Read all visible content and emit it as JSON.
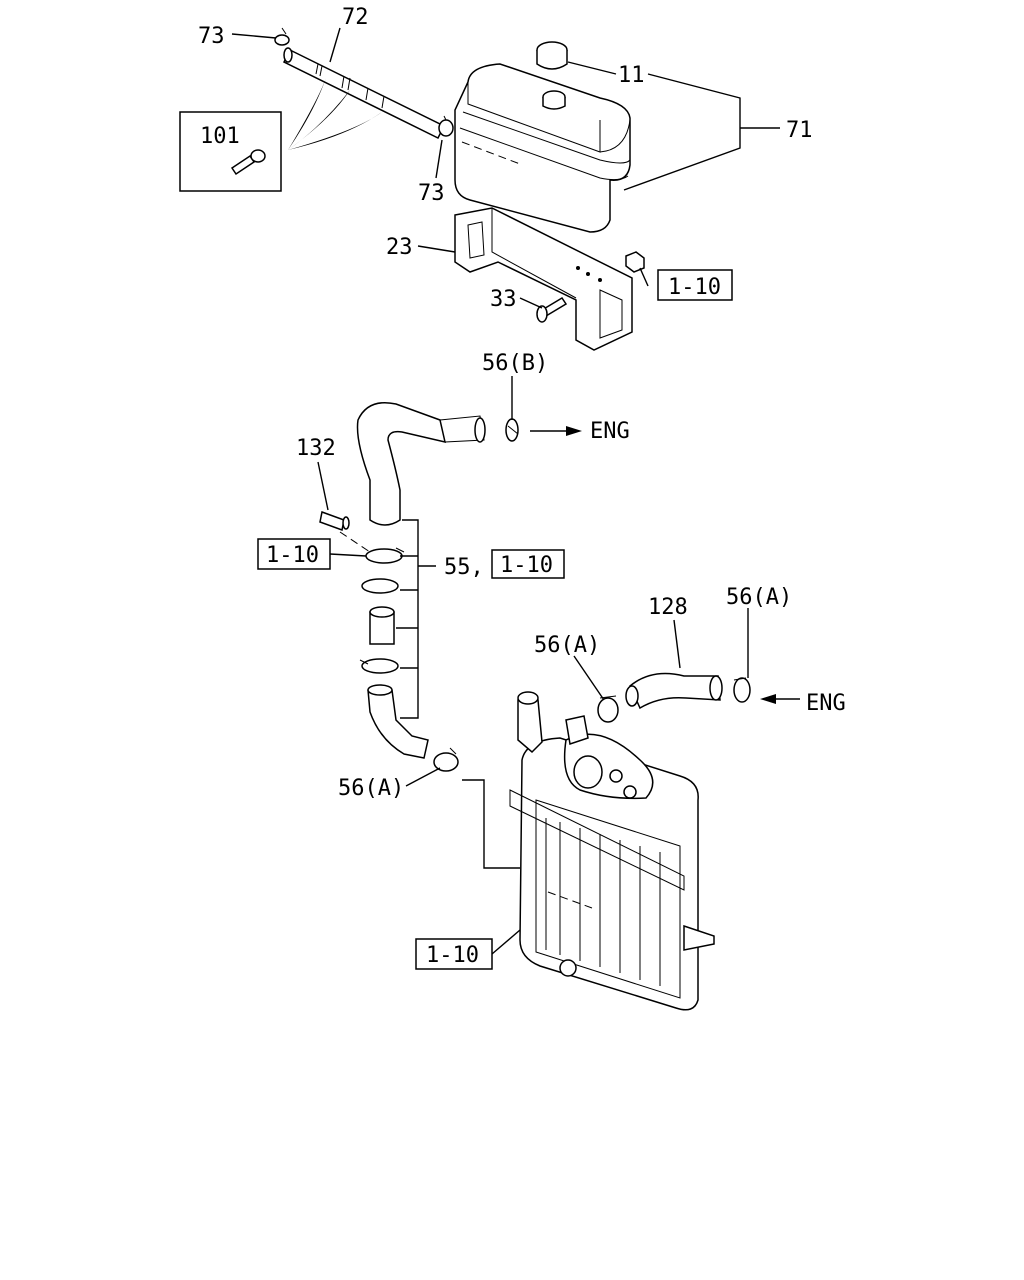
{
  "labels": {
    "l73a": "73",
    "l72": "72",
    "l11": "11",
    "l71": "71",
    "l101": "101",
    "l73b": "73",
    "l23": "23",
    "l110a": "1-10",
    "l33": "33",
    "l56b": "56(B)",
    "leng1": "ENG",
    "l132": "132",
    "l110b": "1-10",
    "l55": "55,",
    "l110c": "1-10",
    "l128": "128",
    "l56a1": "56(A)",
    "l56a2": "56(A)",
    "leng2": "ENG",
    "l56a3": "56(A)",
    "l110d": "1-10"
  }
}
